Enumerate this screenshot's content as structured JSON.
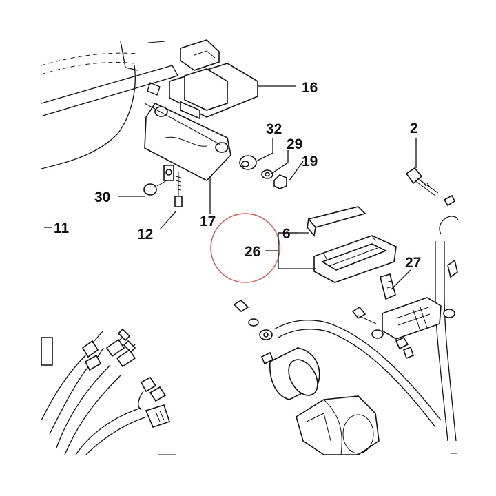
{
  "diagram": {
    "callouts": [
      {
        "id": "16",
        "text": "16"
      },
      {
        "id": "32",
        "text": "32"
      },
      {
        "id": "29",
        "text": "29"
      },
      {
        "id": "19",
        "text": "19"
      },
      {
        "id": "2",
        "text": "2"
      },
      {
        "id": "30",
        "text": "30"
      },
      {
        "id": "12",
        "text": "12"
      },
      {
        "id": "17",
        "text": "17"
      },
      {
        "id": "11",
        "text": "11"
      },
      {
        "id": "6",
        "text": "6"
      },
      {
        "id": "26",
        "text": "26"
      },
      {
        "id": "27",
        "text": "27"
      }
    ],
    "highlight_color": "#d9534f"
  }
}
